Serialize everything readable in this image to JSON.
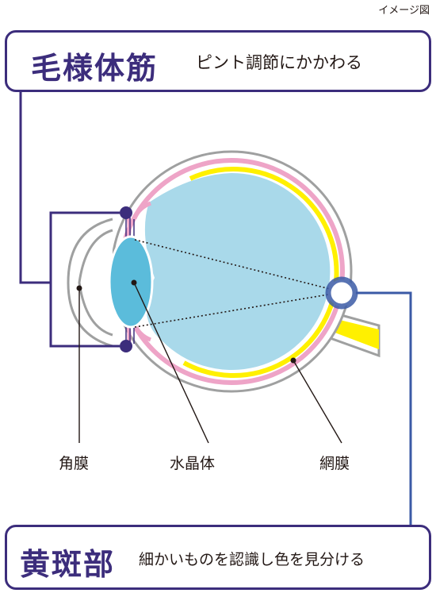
{
  "note": "イメージ図",
  "ciliary": {
    "term": "毛様体筋",
    "description": "ピント調節にかかわる"
  },
  "macula": {
    "term": "黄斑部",
    "description": "細かいものを認識し色を見分ける"
  },
  "labels": {
    "cornea": "角膜",
    "lens": "水晶体",
    "retina": "網膜"
  },
  "colors": {
    "accent": "#3c2d7c",
    "macula_line": "#3b5aa6",
    "pink": "#eea4c7",
    "yellow": "#fff000",
    "vitreous": "#a9d9ea",
    "lens": "#5bbcdb",
    "sclera": "#9fa0a0"
  }
}
